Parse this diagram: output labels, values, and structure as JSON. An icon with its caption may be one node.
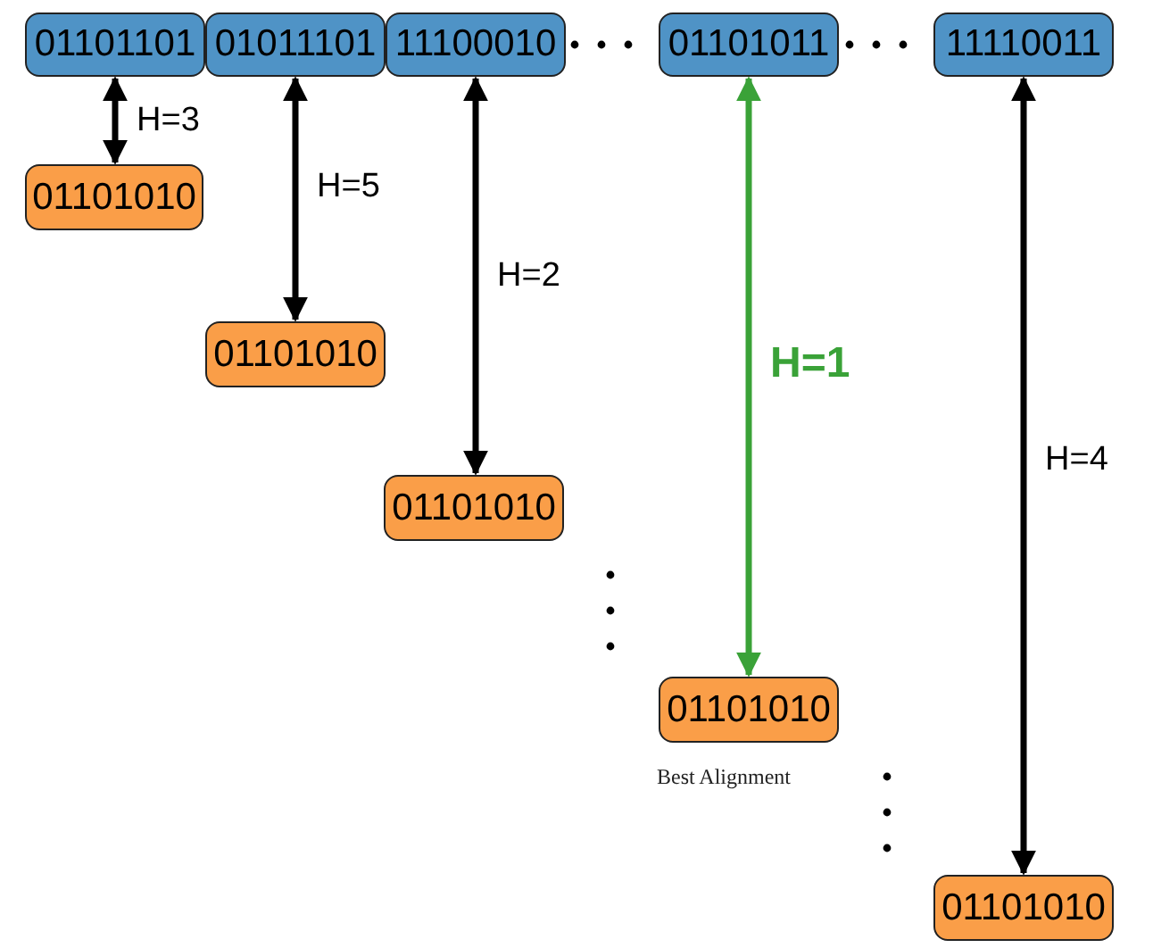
{
  "diagram": {
    "nodes": [
      {
        "text": [
          "01101101"
        ]
      },
      {
        "text": [
          "01011101"
        ]
      },
      {
        "text": [
          "11100010"
        ]
      },
      {
        "text": [
          "01101011"
        ]
      },
      {
        "text": [
          "11110011"
        ]
      },
      {
        "text": [
          "01101010"
        ]
      },
      {
        "text": [
          "01101010"
        ]
      },
      {
        "text": [
          "01101010"
        ]
      },
      {
        "text": [
          "01101010"
        ],
        "beside": [
          "Best Alignment"
        ]
      },
      {
        "text": [
          "01101010"
        ]
      }
    ],
    "edges": [
      {
        "from": 0,
        "to": 5,
        "arrow": "both",
        "label": "H=3"
      },
      {
        "from": 1,
        "to": 6,
        "arrow": "both",
        "label": "H=5"
      },
      {
        "from": 2,
        "to": 7,
        "arrow": "both",
        "label": "H=2"
      },
      {
        "from": 3,
        "to": 8,
        "arrow": "both",
        "label": "H=1",
        "color": "#3aa238"
      },
      {
        "from": 4,
        "to": 9,
        "arrow": "both",
        "label": "H=4"
      }
    ]
  }
}
